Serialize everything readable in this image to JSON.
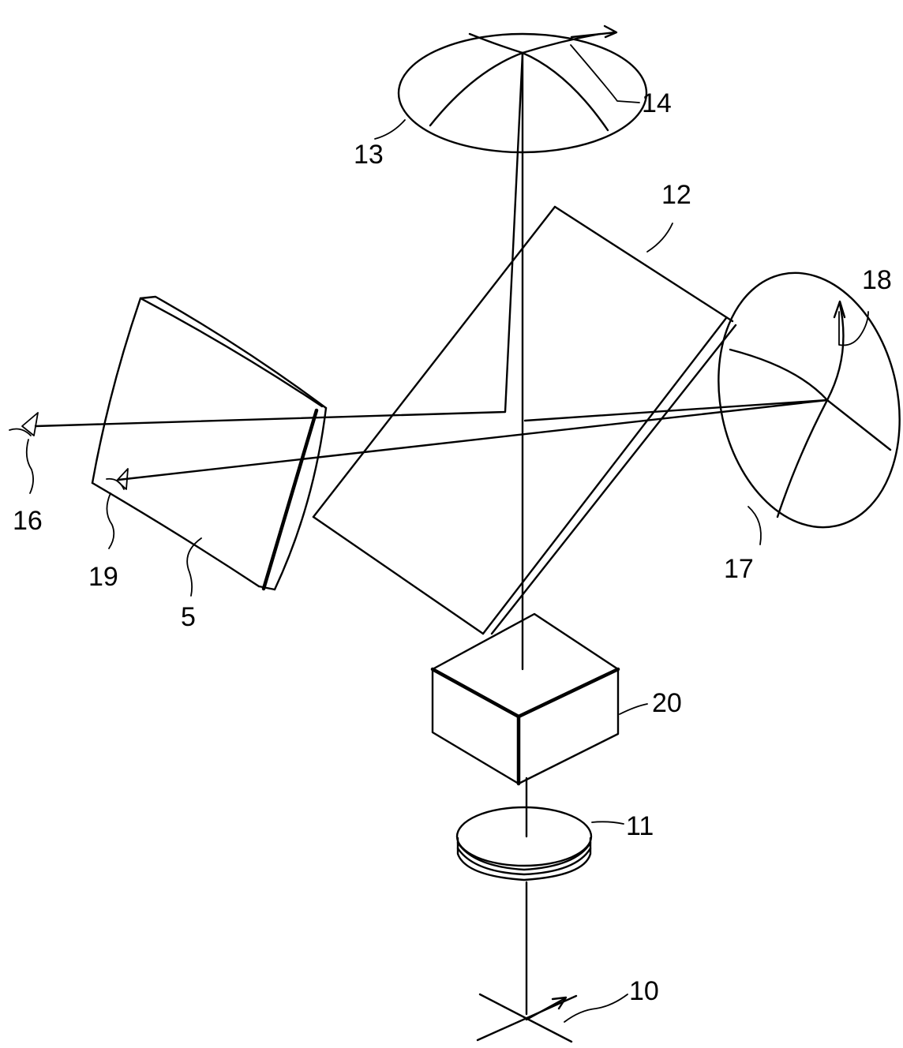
{
  "labels": {
    "l5": "5",
    "l10": "10",
    "l11": "11",
    "l12": "12",
    "l13": "13",
    "l14": "14",
    "l16": "16",
    "l17": "17",
    "l18": "18",
    "l19": "19",
    "l20": "20"
  }
}
